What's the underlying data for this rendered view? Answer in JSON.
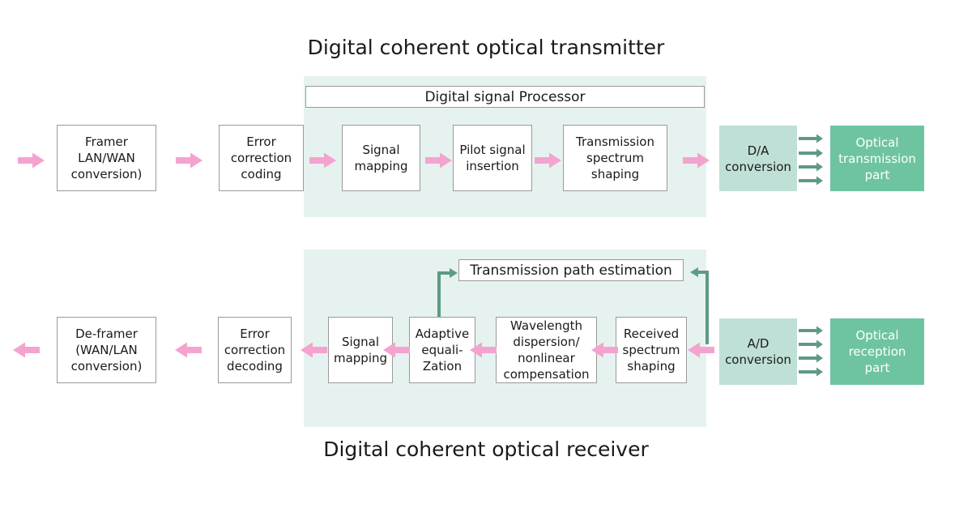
{
  "transmitter": {
    "title": "Digital coherent optical transmitter",
    "dsp_label": "Digital signal Processor",
    "framer": "Framer\nLAN/WAN\nconversion)",
    "fec": "Error\ncorrection\ncoding",
    "mapping": "Signal\nmapping",
    "pilot": "Pilot signal\ninsertion",
    "shaping": "Transmission\nspectrum\nshaping",
    "da": "D/A\nconversion",
    "optical": "Optical\ntransmission\npart"
  },
  "receiver": {
    "title": "Digital coherent optical receiver",
    "estimation": "Transmission path estimation",
    "deframer": "De-framer\n(WAN/LAN\nconversion)",
    "fec": "Error\ncorrection\ndecoding",
    "mapping": "Signal\nmapping",
    "equalization": "Adaptive\nequali-\nZation",
    "compensation": "Wavelength\ndispersion/\nnonlinear\ncompensation",
    "shaping": "Received\nspectrum\nshaping",
    "ad": "A/D\nconversion",
    "optical": "Optical\nreception\npart"
  },
  "colors": {
    "signal_arrow": "#f4a3cf",
    "feedback_arrow": "#5e9a85",
    "panel": "#e6f2ef",
    "converter": "#bfe0d6",
    "optical_part": "#6ec4a0"
  }
}
